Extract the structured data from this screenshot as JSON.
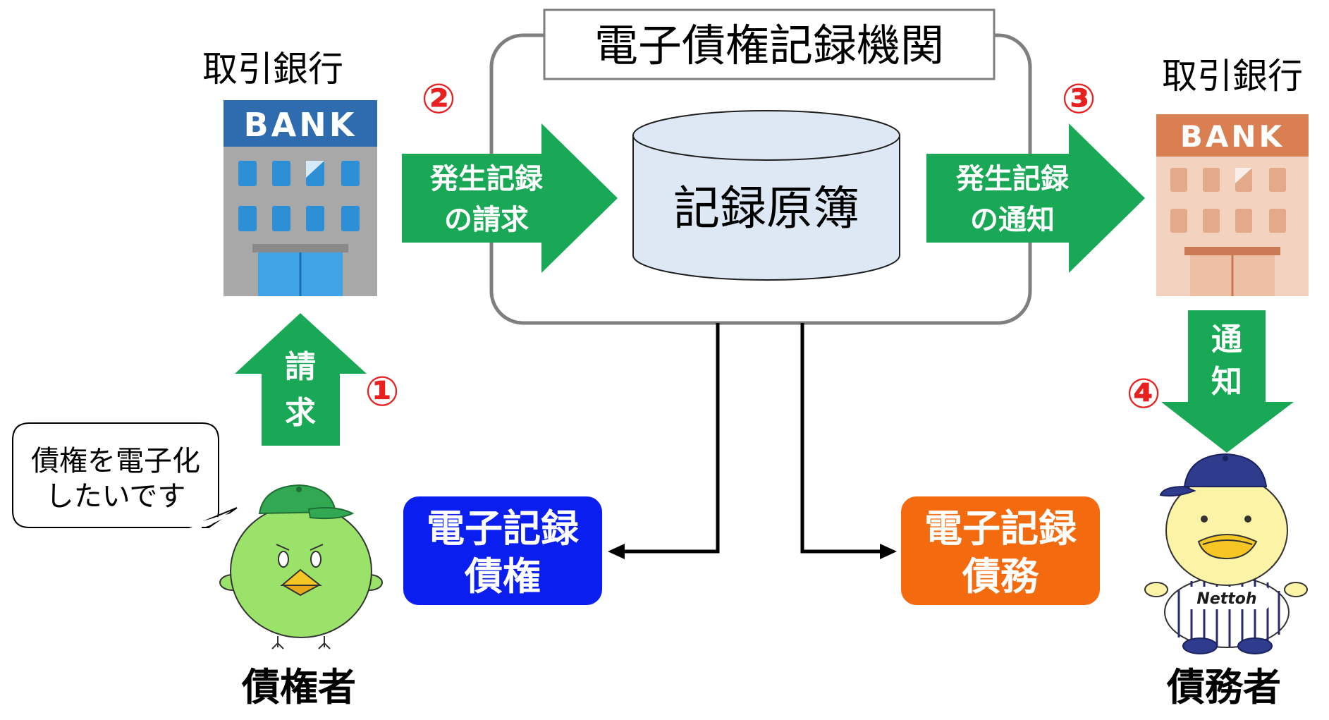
{
  "organization": {
    "title": "電子債権記録機関",
    "ledger": "記録原簿"
  },
  "left_bank": {
    "label": "取引銀行",
    "sign": "BANK"
  },
  "right_bank": {
    "label": "取引銀行",
    "sign": "BANK"
  },
  "steps": {
    "s1": {
      "number": "①",
      "line1": "請",
      "line2": "求"
    },
    "s2": {
      "number": "②",
      "line1": "発生記録",
      "line2": "の請求"
    },
    "s3": {
      "number": "③",
      "line1": "発生記録",
      "line2": "の通知"
    },
    "s4": {
      "number": "④",
      "line1": "通",
      "line2": "知"
    }
  },
  "creditor": {
    "label": "債権者",
    "speech_line1": "債権を電子化",
    "speech_line2": "したいです"
  },
  "debtor": {
    "label": "債務者",
    "uniform_text": "Nettoh"
  },
  "outputs": {
    "claim": {
      "line1": "電子記録",
      "line2": "債権"
    },
    "debt": {
      "line1": "電子記録",
      "line2": "債務"
    }
  },
  "colors": {
    "green_arrow": "#19A855",
    "step_number_red": "#E8201F",
    "claim_box_blue": "#0A1EF0",
    "debt_box_orange": "#F46A0F",
    "ledger_fill": "#DDE8F4",
    "bank_left_header": "#2E6BAF",
    "bank_right_header": "#D97F51",
    "creditor_bird": "#9BE26A",
    "debtor_bird": "#FBF3A6"
  }
}
